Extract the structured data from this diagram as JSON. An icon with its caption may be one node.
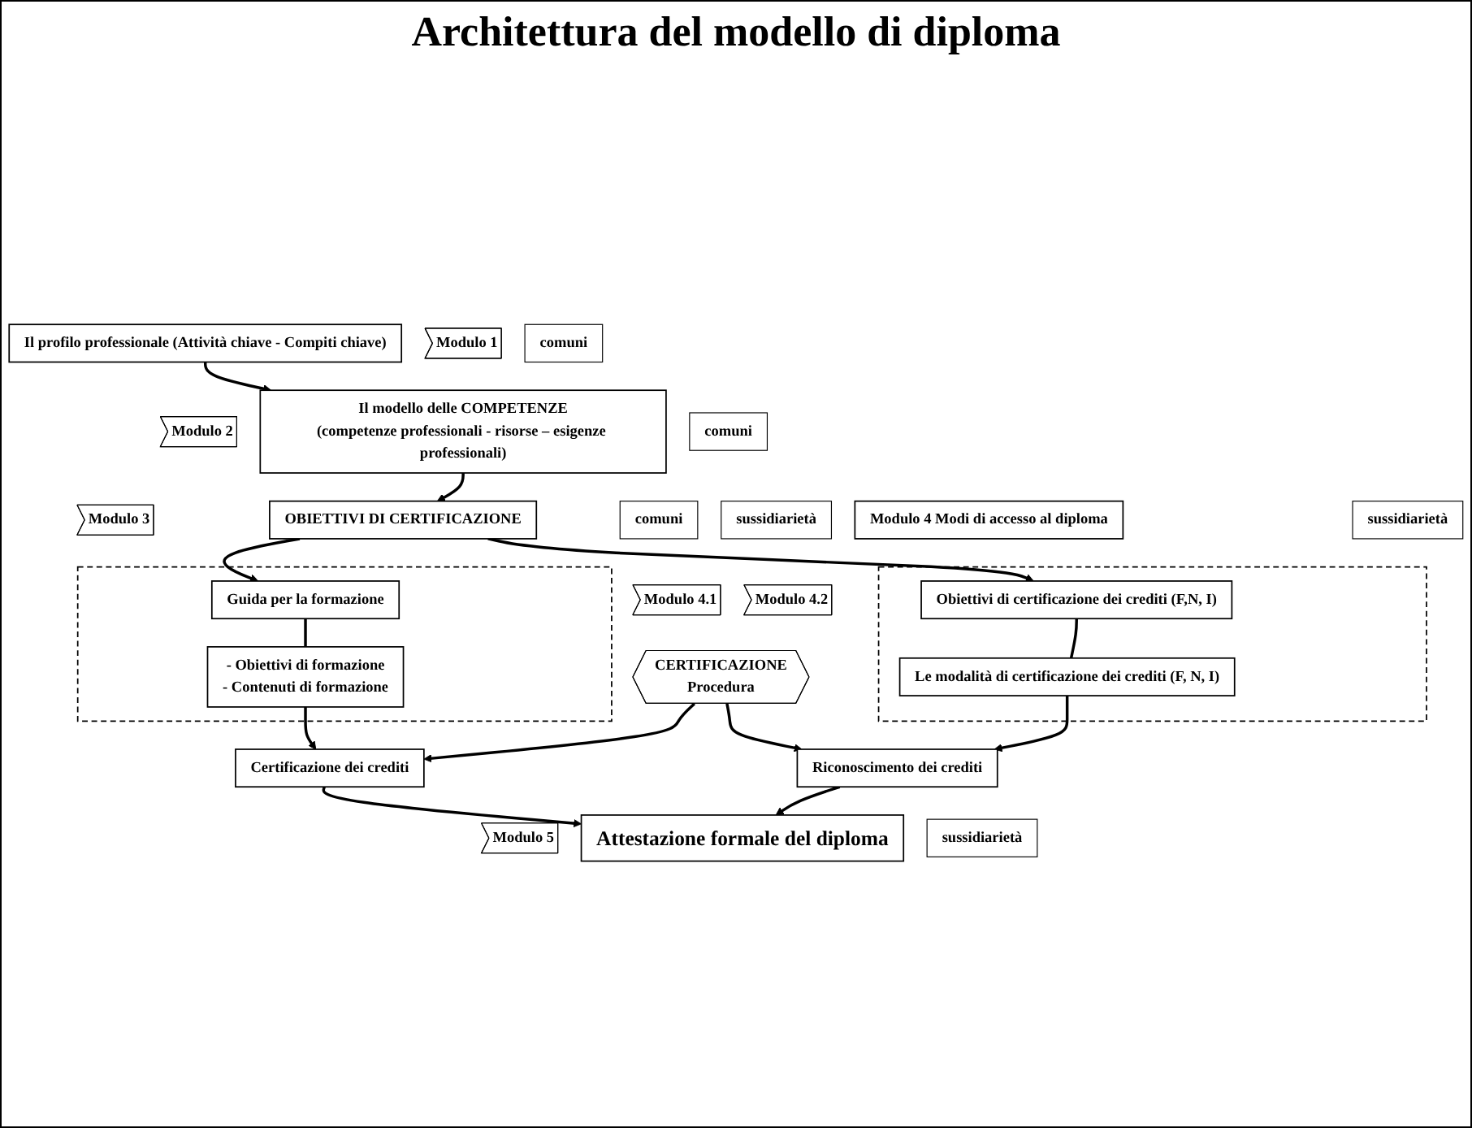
{
  "diagram": {
    "title": "Architettura del modello di diploma",
    "nodes": [
      {
        "text": [
          "Modulo 1"
        ]
      },
      {
        "text": [
          "Il profilo professionale (Attività chiave - Compiti chiave)"
        ]
      },
      {
        "text": [
          "comuni"
        ]
      },
      {
        "text": [
          "Modulo 2"
        ]
      },
      {
        "text": [
          "Il modello delle COMPETENZE",
          "(competenze professionali - risorse – esigenze professionali)"
        ]
      },
      {
        "text": [
          "comuni"
        ]
      },
      {
        "text": [
          "Modulo 3"
        ]
      },
      {
        "text": [
          "OBIETTIVI DI CERTIFICAZIONE"
        ]
      },
      {
        "text": [
          "comuni"
        ]
      },
      {
        "text": [
          "sussidiarietà"
        ]
      },
      {
        "text": [
          "Modulo 4 Modi di accesso al diploma"
        ]
      },
      {
        "text": [
          "sussidiarietà"
        ]
      },
      {
        "text": [],
        "shape": "box"
      },
      {
        "text": [
          "Guida per la formazione"
        ],
        "in": 12
      },
      {
        "text": [
          "Modulo 4.1"
        ]
      },
      {
        "text": [
          "- Obiettivi di formazione",
          "- Contenuti di formazione"
        ],
        "in": 12
      },
      {
        "text": [],
        "shape": "box"
      },
      {
        "text": [
          "Obiettivi di certificazione dei crediti (F,N, I)"
        ],
        "in": 16
      },
      {
        "text": [
          "Modulo 4.2"
        ]
      },
      {
        "text": [
          "Le modalità di certificazione dei crediti (F, N, I)"
        ],
        "in": 16
      },
      {
        "text": [
          "Certificazione dei crediti"
        ]
      },
      {
        "text": [
          "CERTIFICAZIONE",
          "Procedura"
        ]
      },
      {
        "text": [
          "Riconoscimento dei crediti"
        ]
      },
      {
        "text": [
          "Modulo 5"
        ]
      },
      {
        "text": [
          "Attestazione formale del diploma"
        ]
      },
      {
        "text": [
          "sussidiarietà"
        ]
      }
    ],
    "edges": [
      {
        "from": 1,
        "to": 4,
        "arrow": "to"
      },
      {
        "from": 4,
        "to": 7,
        "arrow": "to"
      },
      {
        "from": 7,
        "to": 13,
        "arrow": "to"
      },
      {
        "from": 7,
        "to": 17,
        "arrow": "to"
      },
      {
        "from": 13,
        "to": 15,
        "arrow": "none"
      },
      {
        "from": 17,
        "to": 19,
        "arrow": "none"
      },
      {
        "from": 15,
        "to": 20,
        "arrow": "to"
      },
      {
        "from": 19,
        "to": 22,
        "arrow": "to"
      },
      {
        "from": 21,
        "to": 20,
        "arrow": "to"
      },
      {
        "from": 21,
        "to": 22,
        "arrow": "to"
      },
      {
        "from": 20,
        "to": 24,
        "arrow": "to"
      },
      {
        "from": 22,
        "to": 24,
        "arrow": "to"
      }
    ]
  }
}
